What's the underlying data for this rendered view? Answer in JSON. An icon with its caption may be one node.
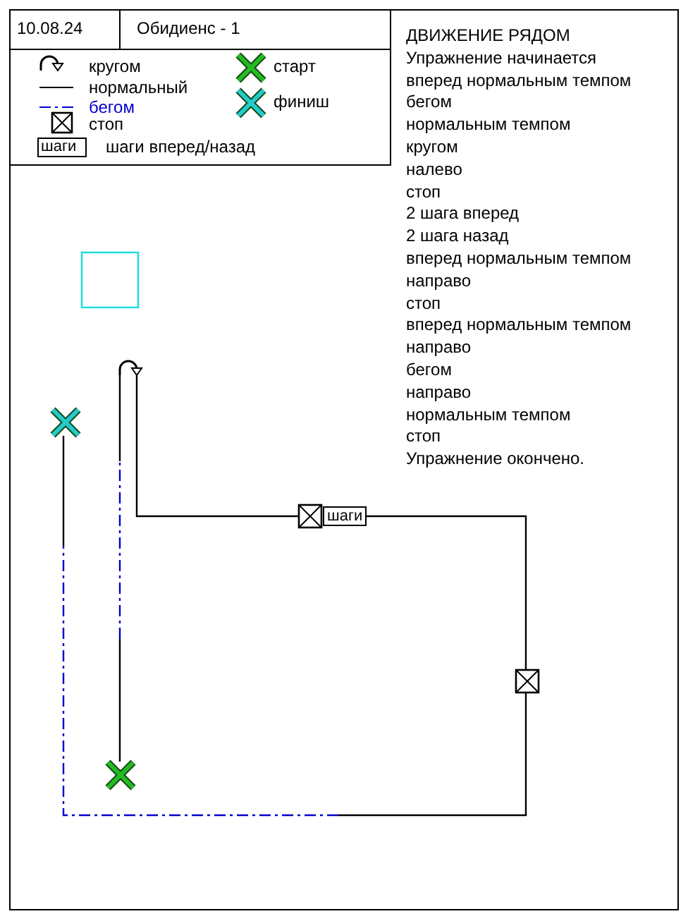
{
  "diagram": {
    "nodes": [
      {
        "text": [],
        "shape": "cross"
      },
      {
        "text": [],
        "shape": "arrow"
      },
      {
        "text": [],
        "shape": "box"
      },
      {
        "text": [
          "шаги"
        ]
      },
      {
        "text": [],
        "shape": "box"
      },
      {
        "text": [],
        "shape": "cross"
      }
    ],
    "edges": [
      {
        "from": 0,
        "to": 1,
        "arrow": "none"
      },
      {
        "from": 1,
        "to": 2,
        "arrow": "none"
      },
      {
        "from": 3,
        "to": 4,
        "arrow": "none"
      },
      {
        "from": 4,
        "to": 5,
        "arrow": "none"
      }
    ],
    "labels": [
      "10.08.24",
      "Обидиенс - 1",
      "шаги",
      "ДВИЖЕНИЕ РЯДОМ",
      "Упражнение начинается",
      "вперед нормальным темпом",
      "бегом",
      "нормальным темпом",
      "кругом",
      "налево",
      "стоп",
      "2 шага вперед",
      "2 шага назад",
      "вперед нормальным темпом",
      "направо",
      "стоп",
      "вперед нормальным темпом",
      "направо",
      "бегом",
      "направо",
      "нормальным темпом",
      "стоп",
      "Упражнение окончено."
    ],
    "legend": [
      {
        "text": "кругом"
      },
      {
        "text": "нормальный"
      },
      {
        "text": "бегом"
      },
      {
        "text": "стоп"
      },
      {
        "text": "шаги вперед/назад"
      },
      {
        "text": "старт"
      },
      {
        "text": "финиш"
      }
    ]
  }
}
